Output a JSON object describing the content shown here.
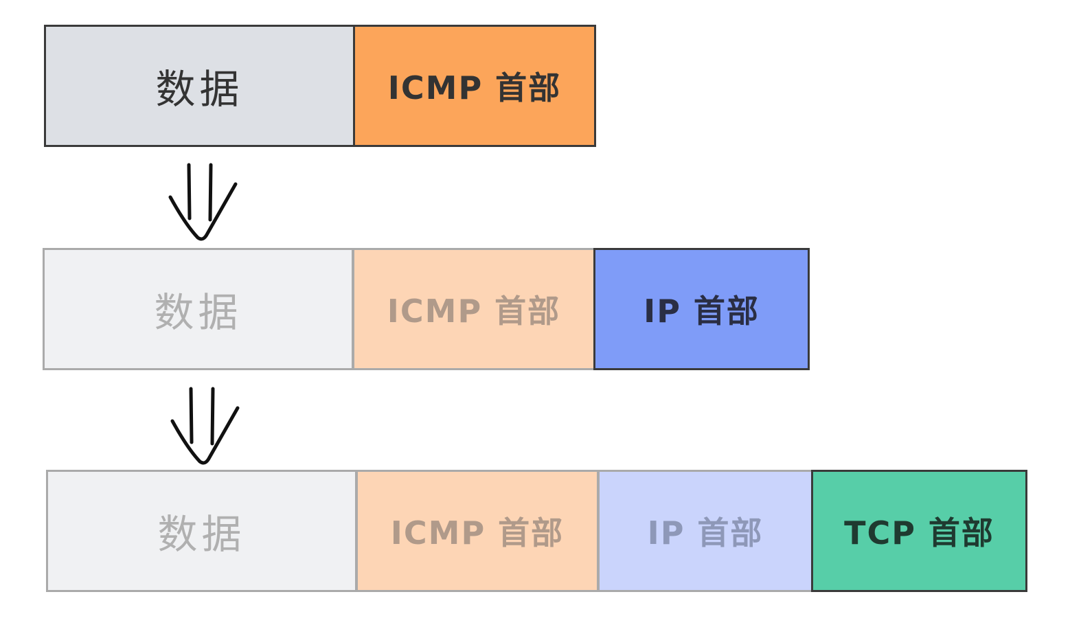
{
  "labels": {
    "data": "数据",
    "icmp_header": "ICMP 首部",
    "ip_header": "IP 首部",
    "tcp_header": "TCP 首部"
  },
  "colors": {
    "data_active": "#dde0e5",
    "data_faded": "#f0f1f3",
    "icmp_active": "#fca55a",
    "icmp_faded": "#fdd5b5",
    "ip_active": "#7f9cf8",
    "ip_faded": "#cad4fc",
    "tcp_active": "#57cea8"
  },
  "arrows": [
    "double-down-arrow-icon",
    "double-down-arrow-icon"
  ]
}
